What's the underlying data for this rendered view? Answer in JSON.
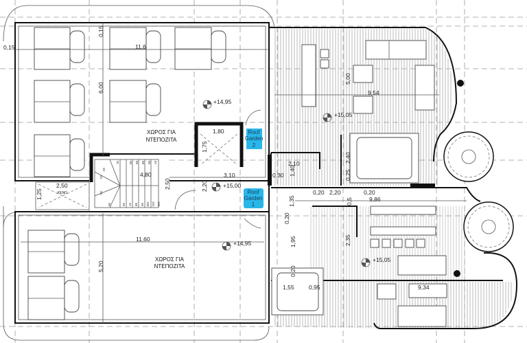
{
  "plan": {
    "rooms": {
      "storage_upper": {
        "line1": "ΧΩΡΟΣ ΓΙΑ",
        "line2": "ΝΤΕΠΟΖΙΤΑ"
      },
      "storage_lower": {
        "line1": "ΧΩΡΟΣ ΓΙΑ",
        "line2": "ΝΤΕΠΟΖΙΤΑ"
      },
      "void": "ΚΕΝΟ"
    },
    "roof_gardens": [
      {
        "line1": "Roof",
        "line2": "Garden",
        "line3": "2"
      },
      {
        "line1": "Roof",
        "line2": "Garden",
        "line3": "1"
      }
    ],
    "tag_color": "#29b6e8",
    "levels": [
      "+14,95",
      "+15,00",
      "+14,95",
      "+15,05",
      "+15,05"
    ],
    "dimensions": {
      "d1": "0,15",
      "d2": "0,15",
      "d3": "11,6",
      "d4": "6,00",
      "d5": "1,80",
      "d6": "1,75",
      "d7": "4,80",
      "d8": "2,50",
      "d9": "3,10",
      "d10": "2,20",
      "d11": "2,50",
      "d12": "1,25",
      "d13": "11,60",
      "d14": "5,20",
      "d15": "5,00",
      "d16": "9,54",
      "d17": "2,40",
      "d18": "2,10",
      "d19": "1,40",
      "d20": "0,30",
      "d21": "0,25",
      "d22": "0,20",
      "d23": "2,20",
      "d24": "0,20",
      "d25": "9,86",
      "d26": "1,35",
      "d27": "0,5",
      "d28": "0,20",
      "d29": "1,95",
      "d30": "2,35",
      "d31": "0,20",
      "d32": "1,55",
      "d33": "0,95",
      "d34": "9,34"
    },
    "stair_numbers": [
      "93",
      "91",
      "90",
      "89",
      "88",
      "85",
      "87",
      "93",
      "94",
      "95",
      "96",
      "97",
      "98",
      "99",
      "100",
      "101",
      "102"
    ]
  }
}
